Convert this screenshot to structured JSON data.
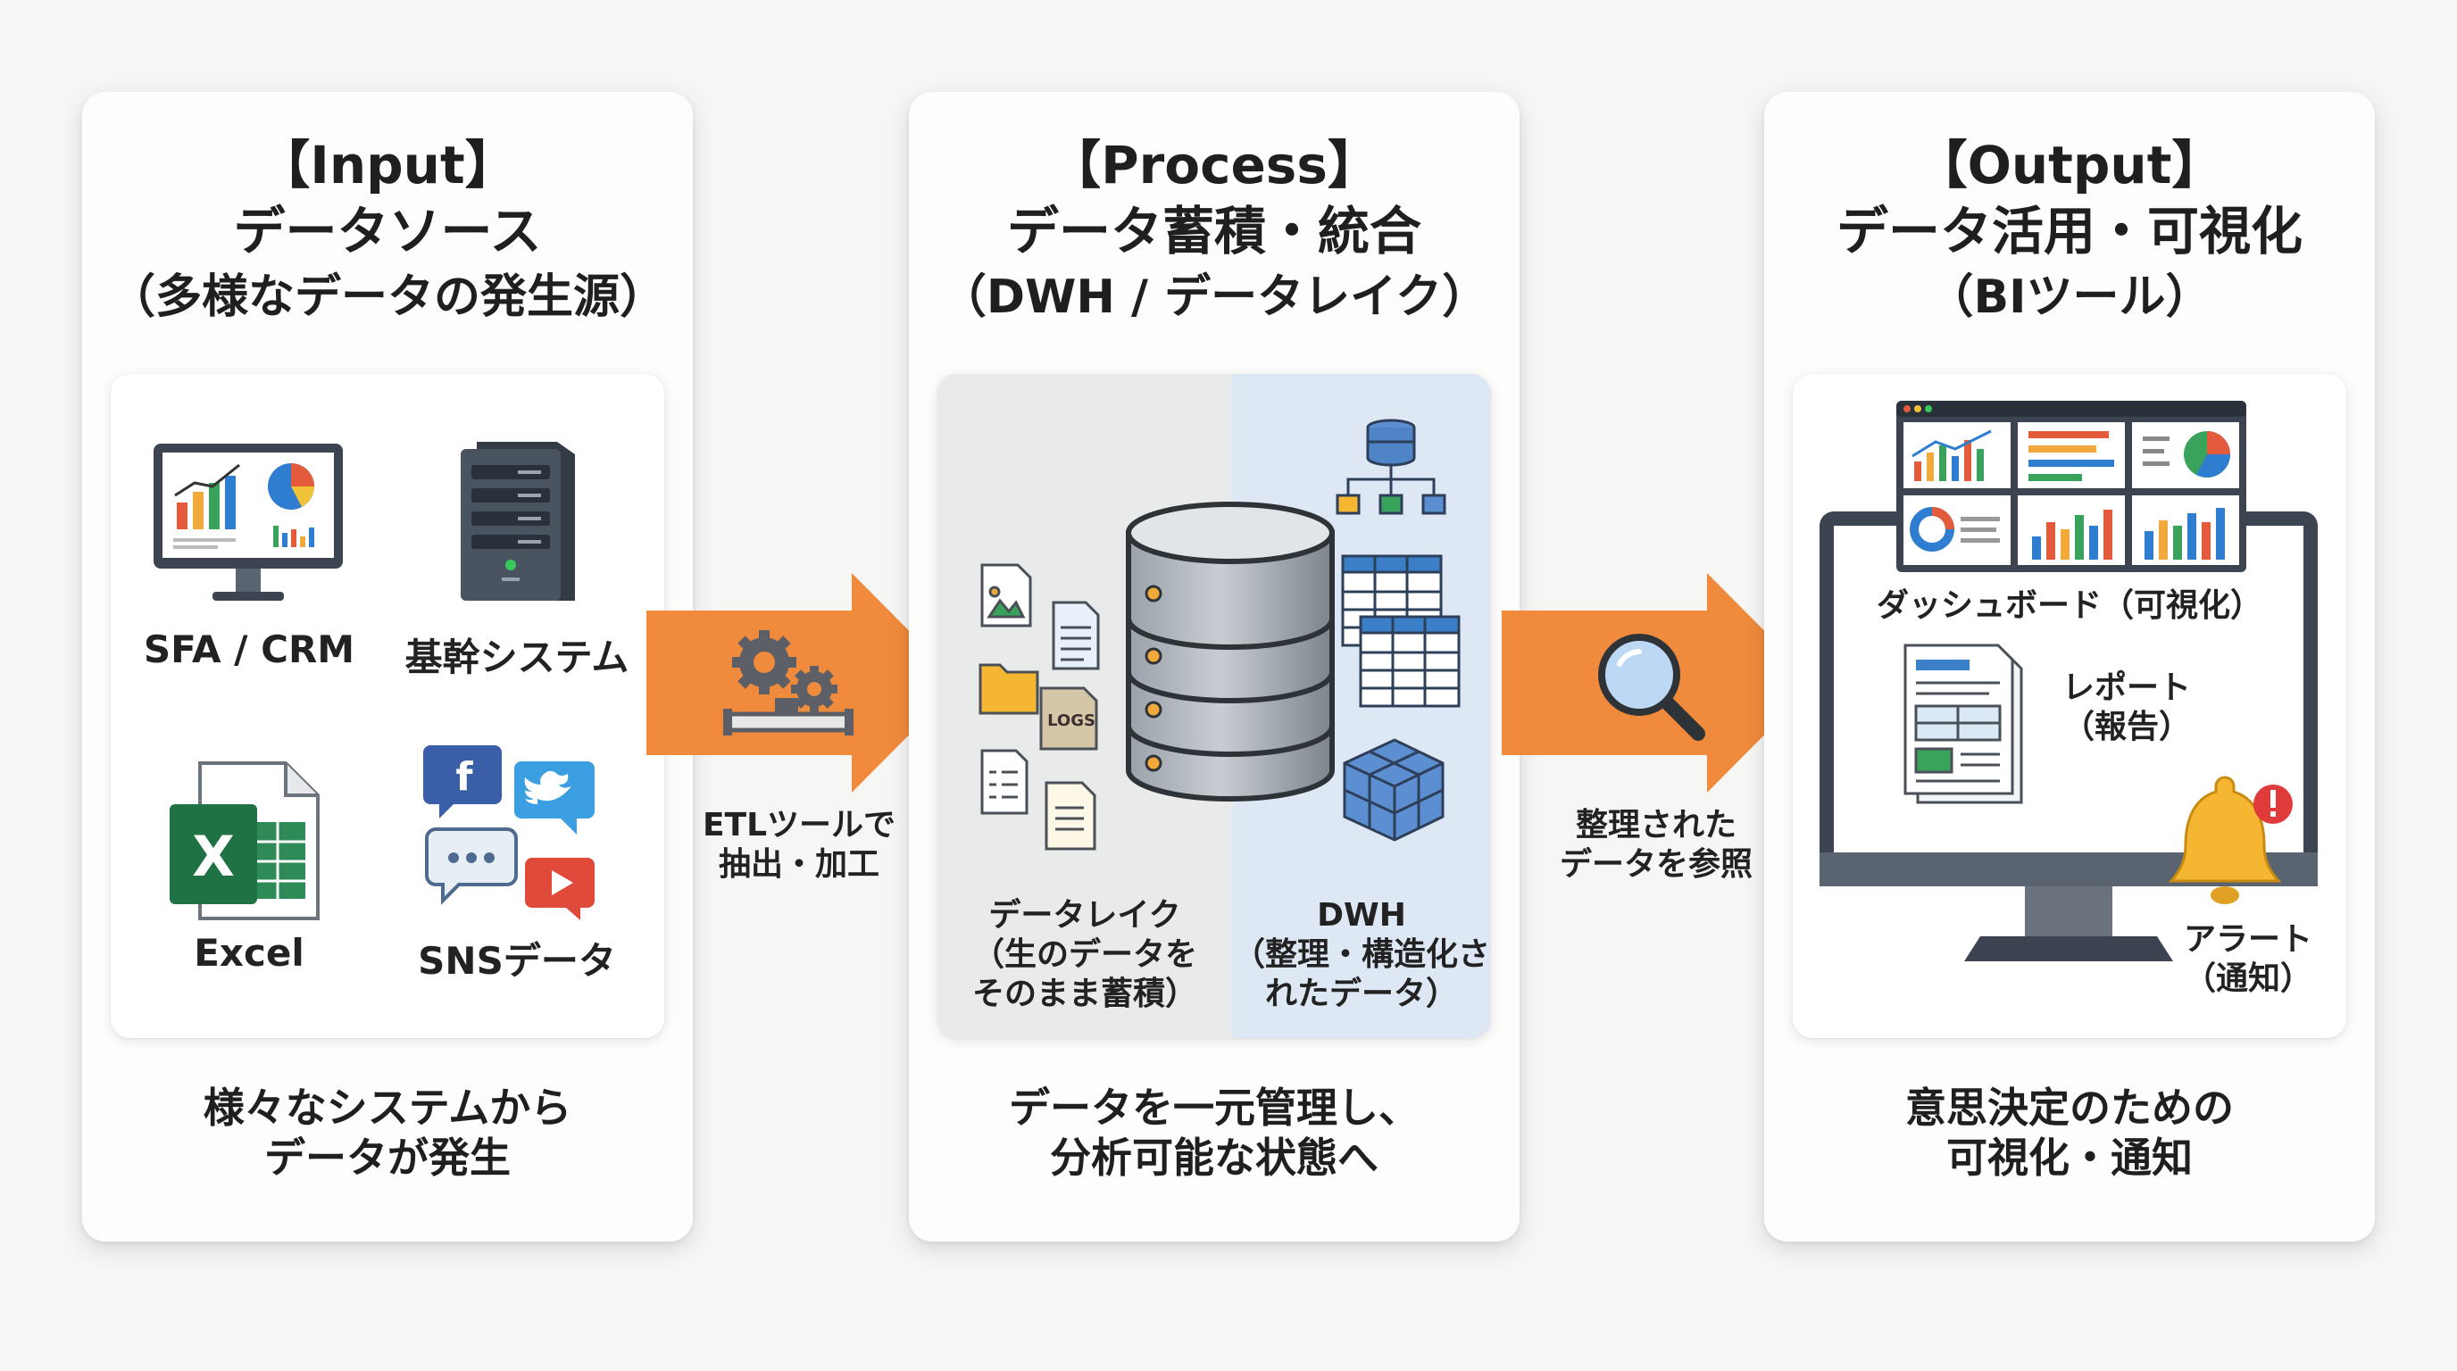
{
  "input": {
    "title_tag": "【Input】",
    "title": "データソース",
    "subtitle": "（多様なデータの発生源）",
    "sources": [
      "SFA / CRM",
      "基幹システム",
      "Excel",
      "SNSデータ"
    ],
    "caption_line1": "様々なシステムから",
    "caption_line2": "データが発生"
  },
  "etl": {
    "line1": "ETLツールで",
    "line2": "抽出・加工"
  },
  "process": {
    "title_tag": "【Process】",
    "title": "データ蓄積・統合",
    "subtitle": "（DWH / データレイク）",
    "logs_tag": "LOGS",
    "lake_line1": "データレイク",
    "lake_line2": "（生のデータを",
    "lake_line3": "そのまま蓄積）",
    "dwh_line1": "DWH",
    "dwh_line2": "（整理・構造化さ",
    "dwh_line3": "れたデータ）",
    "caption_line1": "データを一元管理し、",
    "caption_line2": "分析可能な状態へ"
  },
  "reference": {
    "line1": "整理された",
    "line2": "データを参照"
  },
  "output": {
    "title_tag": "【Output】",
    "title": "データ活用・可視化",
    "subtitle": "（BIツール）",
    "dashboard": "ダッシュボード（可視化）",
    "report_line1": "レポート",
    "report_line2": "（報告）",
    "alert_line1": "アラート",
    "alert_line2": "（通知）",
    "caption_line1": "意思決定のための",
    "caption_line2": "可視化・通知"
  },
  "colors": {
    "arrow": "#f08a3c",
    "lake_bg": "#e9eaea",
    "dwh_bg": "#dde8f4",
    "excel": "#1f7244",
    "bell": "#f5b731",
    "alert_badge": "#e03a3a"
  },
  "icons": [
    "monitor-chart-icon",
    "server-icon",
    "excel-icon",
    "sns-icon",
    "gears-pipe-icon",
    "database-icon",
    "magnifier-icon",
    "dashboard-monitor-icon",
    "report-icon",
    "bell-icon"
  ]
}
